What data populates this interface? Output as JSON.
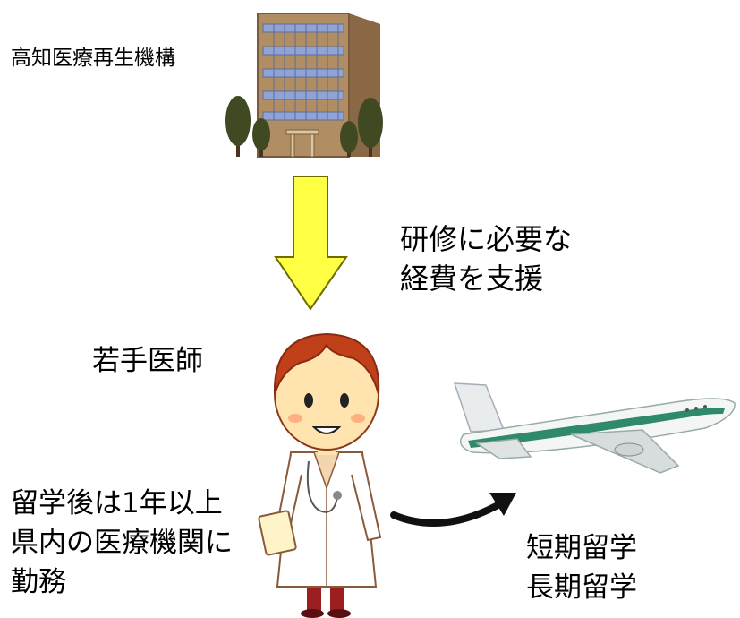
{
  "organization": {
    "name": "高知医療再生機構"
  },
  "support": {
    "line1": "研修に必要な",
    "line2": "経費を支援"
  },
  "doctor": {
    "label": "若手医師"
  },
  "condition": {
    "line1": "留学後は1年以上",
    "line2": "県内の医療機関に",
    "line3": "勤務"
  },
  "study_types": {
    "short": "短期留学",
    "long": "長期留学"
  },
  "colors": {
    "building": "#b08d63",
    "building_dark": "#7a5a3a",
    "window": "#7f93c7",
    "tree": "#3f4a22",
    "arrow_fill": "#ffff44",
    "arrow_stroke": "#6b6b00",
    "hair": "#c0401a",
    "skin": "#ffe4b0",
    "coat": "#ffffff",
    "plane_stripe": "#2f8a6a"
  }
}
